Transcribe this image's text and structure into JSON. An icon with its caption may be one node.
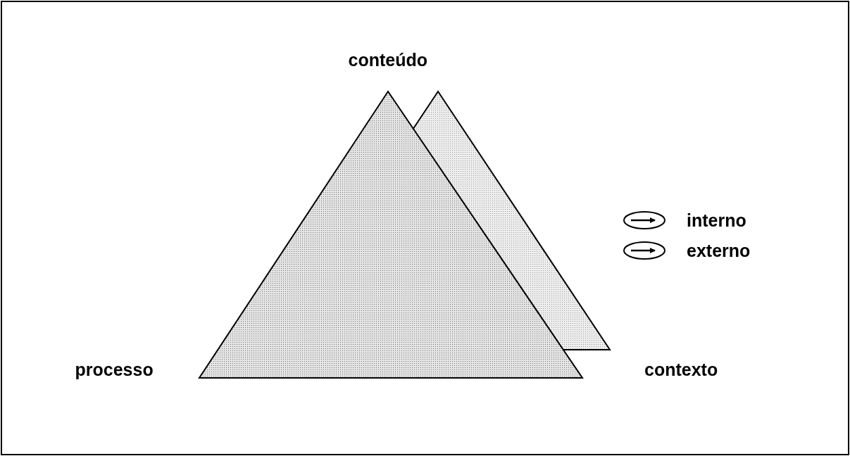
{
  "diagram": {
    "labels": [
      "conteúdo",
      "processo",
      "contexto"
    ],
    "legend": [
      {
        "text": "interno"
      },
      {
        "text": "externo"
      }
    ]
  }
}
